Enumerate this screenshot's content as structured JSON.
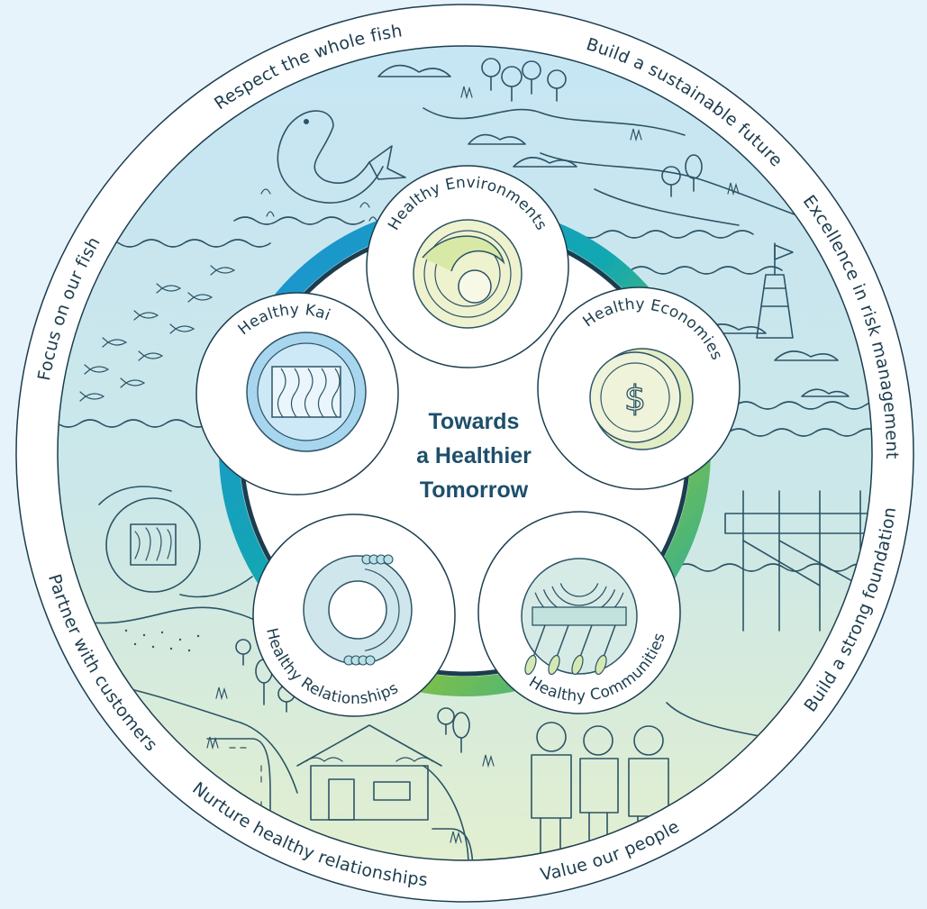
{
  "center_title": [
    "Towards",
    "a Healthier",
    "Tomorrow"
  ],
  "outer_ring": [
    {
      "id": "respect",
      "label": "Respect the whole fish"
    },
    {
      "id": "sustainable",
      "label": "Build a sustainable future"
    },
    {
      "id": "risk",
      "label": "Excellence in risk management"
    },
    {
      "id": "foundation",
      "label": "Build a strong foundation"
    },
    {
      "id": "people",
      "label": "Value our people"
    },
    {
      "id": "relationships",
      "label": "Nurture healthy relationships"
    },
    {
      "id": "customers",
      "label": "Partner with customers"
    },
    {
      "id": "focus",
      "label": "Focus on our fish"
    }
  ],
  "pillars": [
    {
      "id": "environments",
      "label": "Healthy Environments",
      "icon": "wave-icon"
    },
    {
      "id": "economies",
      "label": "Healthy Economies",
      "icon": "coin-icon"
    },
    {
      "id": "communities",
      "label": "Healthy Communities",
      "icon": "paddles-icon"
    },
    {
      "id": "relationships",
      "label": "Healthy Relationships",
      "icon": "handshake-ring-icon"
    },
    {
      "id": "kai",
      "label": "Healthy Kai",
      "icon": "fish-fillet-icon"
    }
  ],
  "colors": {
    "background": "#e6f3fa",
    "ring": "#ffffff",
    "ink": "#1c3d4e",
    "accent_blue": "#1f8fd8",
    "accent_green": "#7cc04b",
    "accent_teal": "#12a8b0",
    "center_text": "#1d4f6b"
  }
}
